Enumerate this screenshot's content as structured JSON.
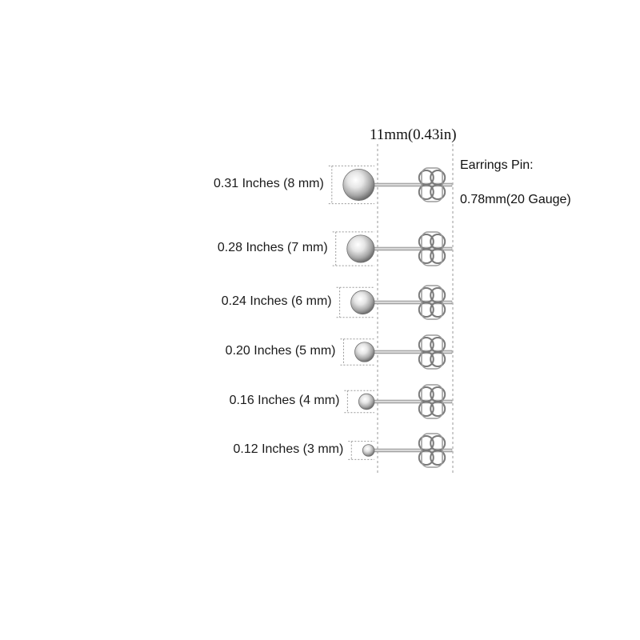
{
  "dimension_label": "11mm(0.43in)",
  "pin": {
    "title": "Earrings Pin:",
    "value": "0.78mm(20 Gauge)"
  },
  "colors": {
    "metal_light": "#ffffff",
    "metal_mid": "#c9c9c9",
    "metal_dark": "#6e6e6e",
    "guide": "#9a9a9a"
  },
  "studs": [
    {
      "label": "0.31 Inches (8 mm)",
      "diameter_mm": 8
    },
    {
      "label": "0.28 Inches (7 mm)",
      "diameter_mm": 7
    },
    {
      "label": "0.24 Inches (6 mm)",
      "diameter_mm": 6
    },
    {
      "label": "0.20 Inches (5 mm)",
      "diameter_mm": 5
    },
    {
      "label": "0.16 Inches (4 mm)",
      "diameter_mm": 4
    },
    {
      "label": "0.12 Inches (3 mm)",
      "diameter_mm": 3
    }
  ]
}
